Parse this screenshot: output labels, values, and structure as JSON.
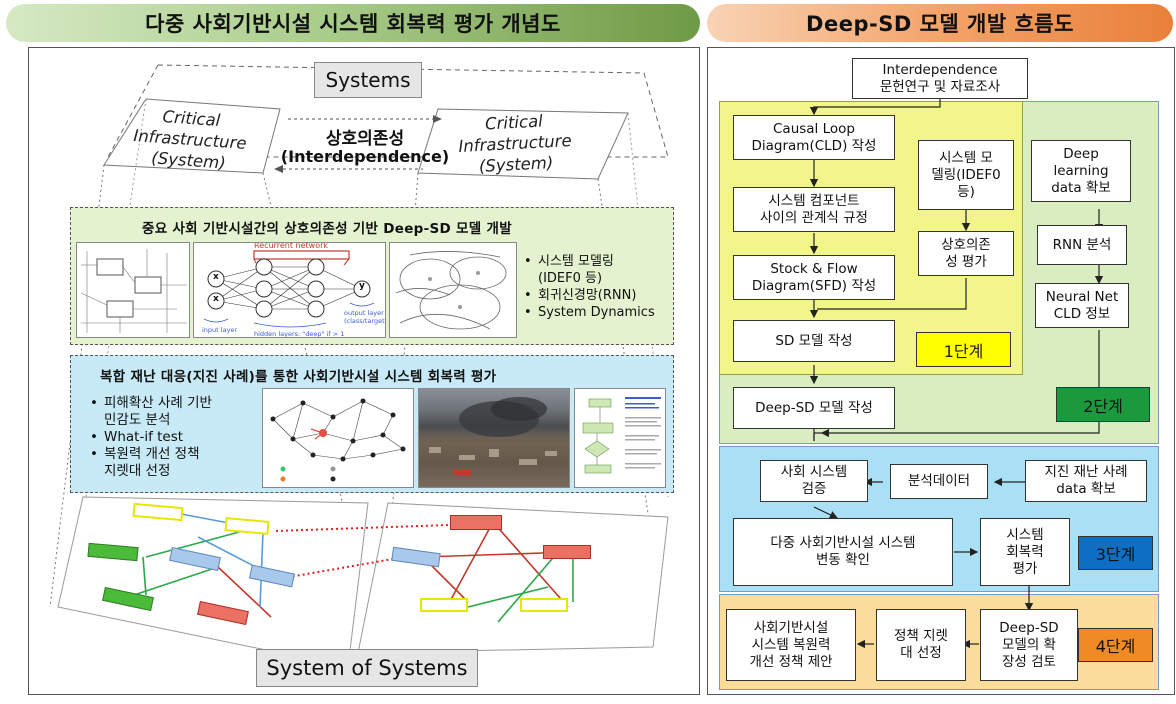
{
  "left": {
    "header": "다중 사회기반시설 시스템 회복력 평가 개념도",
    "systems_label": "Systems",
    "ci_left": "Critical\nInfrastructure\n(System)",
    "ci_right": "Critical\nInfrastructure\n(System)",
    "interdependence_ko": "상호의존성",
    "interdependence_en": "(Interdependence)",
    "section1_title": "중요 사회 기반시설간의 상호의존성 기반 Deep-SD 모델 개발",
    "section1_bullets": [
      "시스템 모델링\n(IDEF0 등)",
      "회귀신경망(RNN)",
      "System Dynamics"
    ],
    "rnn": {
      "title": "Recurrent network",
      "input_label": "input layer",
      "hidden_label": "hidden layers: \"deep\" if > 1",
      "output_label": "output layer\n(class/target)",
      "x1": "x",
      "x2": "x",
      "y": "y"
    },
    "section2_title": "복합 재난 대응(지진 사례)를 통한 사회기반시설 시스템 회복력 평가",
    "section2_bullets": [
      "피해확산 사례 기반\n민감도 분석",
      "What-if test",
      "복원력 개선 정책\n지렛대 선정"
    ],
    "sos_label": "System of Systems"
  },
  "right": {
    "header": "Deep-SD 모델 개발 흐름도",
    "boxes": {
      "top": "Interdependence\n문헌연구 및 자료조사",
      "cld": "Causal  Loop\nDiagram(CLD) 작성",
      "component": "시스템 컴포넌트\n사이의 관계식 규정",
      "sfd": "Stock & Flow\nDiagram(SFD) 작성",
      "sd": "SD 모델 작성",
      "modeling": "시스템 모\n델링(IDEF0\n등)",
      "interdep_eval": "상호의존\n성 평가",
      "deep_data": "Deep\nlearning\ndata 확보",
      "rnn": "RNN 분석",
      "nn_cld": "Neural Net\nCLD 정보",
      "deep_sd": "Deep-SD 모델 작성",
      "social_verify": "사회 시스템\n검증",
      "analysis_data": "분석데이터",
      "quake_data": "지진 재난 사례\ndata 확보",
      "multi_infra": "다중 사회기반시설 시스템\n변동 확인",
      "resilience_eval": "시스템\n회복력\n평가",
      "policy_proposal": "사회기반시설\n시스템 복원력\n개선 정책 제안",
      "policy_lever": "정책 지렛\n대 선정",
      "scalability": "Deep-SD\n모델의 확\n장성 검토"
    },
    "stages": [
      "1단계",
      "2단계",
      "3단계",
      "4단계"
    ]
  },
  "colors": {
    "stage1_bg": "#f2f58a",
    "stage1_label": "#ffff00",
    "stage2_bg": "#d9edc0",
    "stage2_label": "#1a9a3c",
    "stage3_bg": "#a9e0f5",
    "stage3_label": "#0d6fc3",
    "stage4_bg": "#fbdc9a",
    "stage4_label": "#f08a24",
    "section1_bg": "#e4f2cf",
    "section2_bg": "#c8eaf7"
  }
}
